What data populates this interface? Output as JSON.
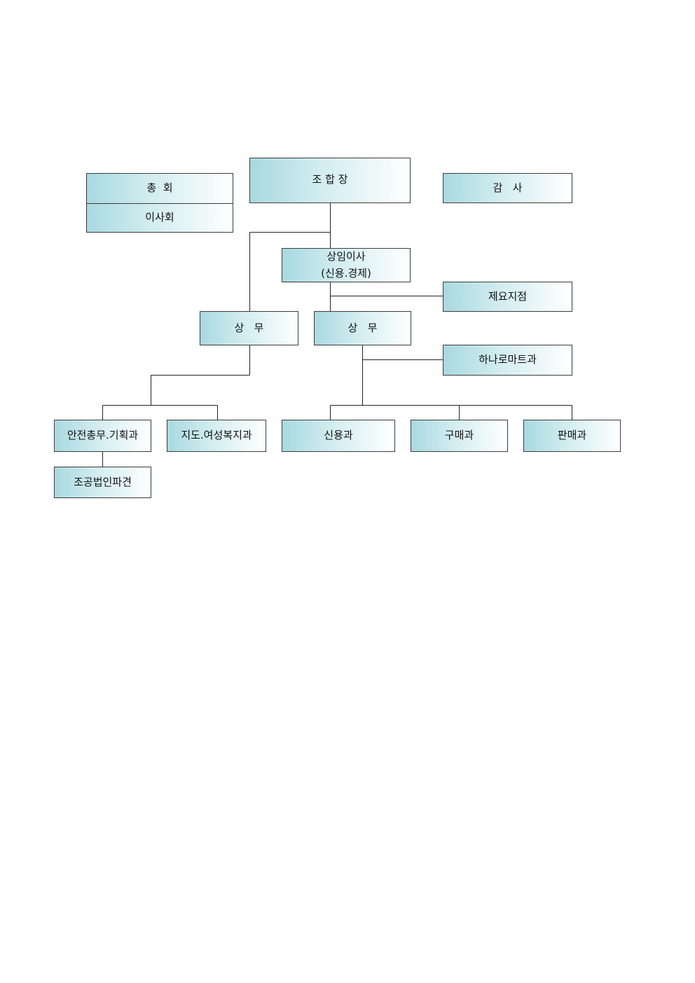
{
  "org": {
    "general_assembly": "총  회",
    "board": "이사회",
    "chairman": "조 합 장",
    "auditor": "감   사",
    "executive_director": "상임이사",
    "executive_director_sub": "(신용.경제)",
    "branch": "제요지점",
    "managing_director_left": "상   무",
    "managing_director_right": "상   무",
    "hanaro_mart": "하나로마트과",
    "safety_planning": "안전총무.기획과",
    "guidance_welfare": "지도.여성복지과",
    "credit": "신용과",
    "purchase": "구매과",
    "sales": "판매과",
    "dispatch": "조공법인파견"
  }
}
